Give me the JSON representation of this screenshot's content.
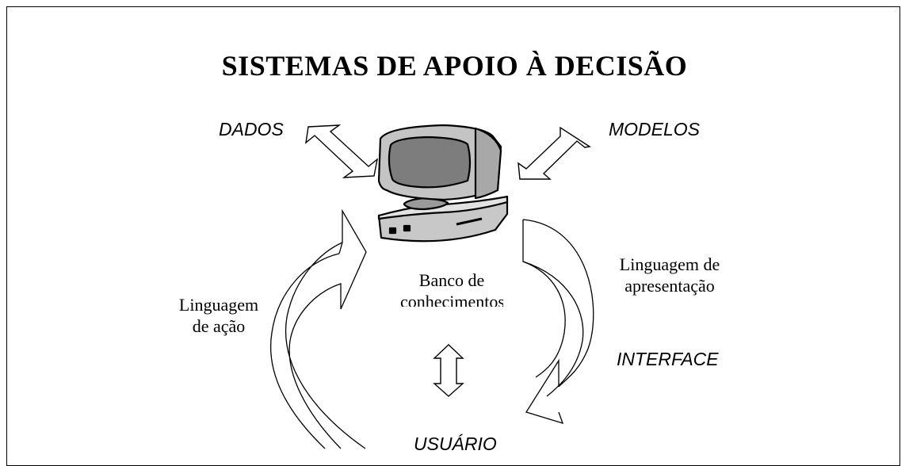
{
  "title": "SISTEMAS DE APOIO À DECISÃO",
  "labels": {
    "dados": "DADOS",
    "modelos": "MODELOS",
    "interface": "INTERFACE",
    "usuario": "USUÁRIO"
  },
  "text_blocks": {
    "banco_line1": "Banco de",
    "banco_line2": "conhecimentos",
    "acao_line1": "Linguagem",
    "acao_line2": "de ação",
    "apres_line1": "Linguagem de",
    "apres_line2": "apresentação"
  }
}
